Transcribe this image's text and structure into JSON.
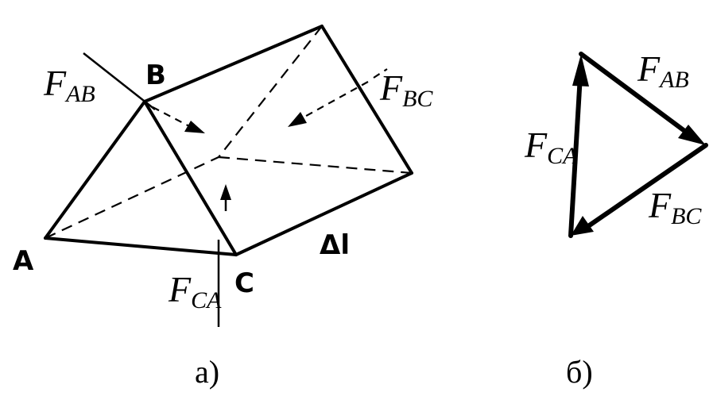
{
  "diagram_a": {
    "caption": "а)",
    "vertices": {
      "A": "A",
      "B": "B",
      "C": "C"
    },
    "length_label": "Δl",
    "forces": [
      {
        "id": "ab",
        "main": "F",
        "sub": "AB"
      },
      {
        "id": "bc",
        "main": "F",
        "sub": "BC"
      },
      {
        "id": "ca",
        "main": "F",
        "sub": "CA"
      }
    ]
  },
  "diagram_b": {
    "caption": "б)",
    "forces": [
      {
        "id": "ab",
        "main": "F",
        "sub": "AB"
      },
      {
        "id": "bc",
        "main": "F",
        "sub": "BC"
      },
      {
        "id": "ca",
        "main": "F",
        "sub": "CA"
      }
    ]
  }
}
